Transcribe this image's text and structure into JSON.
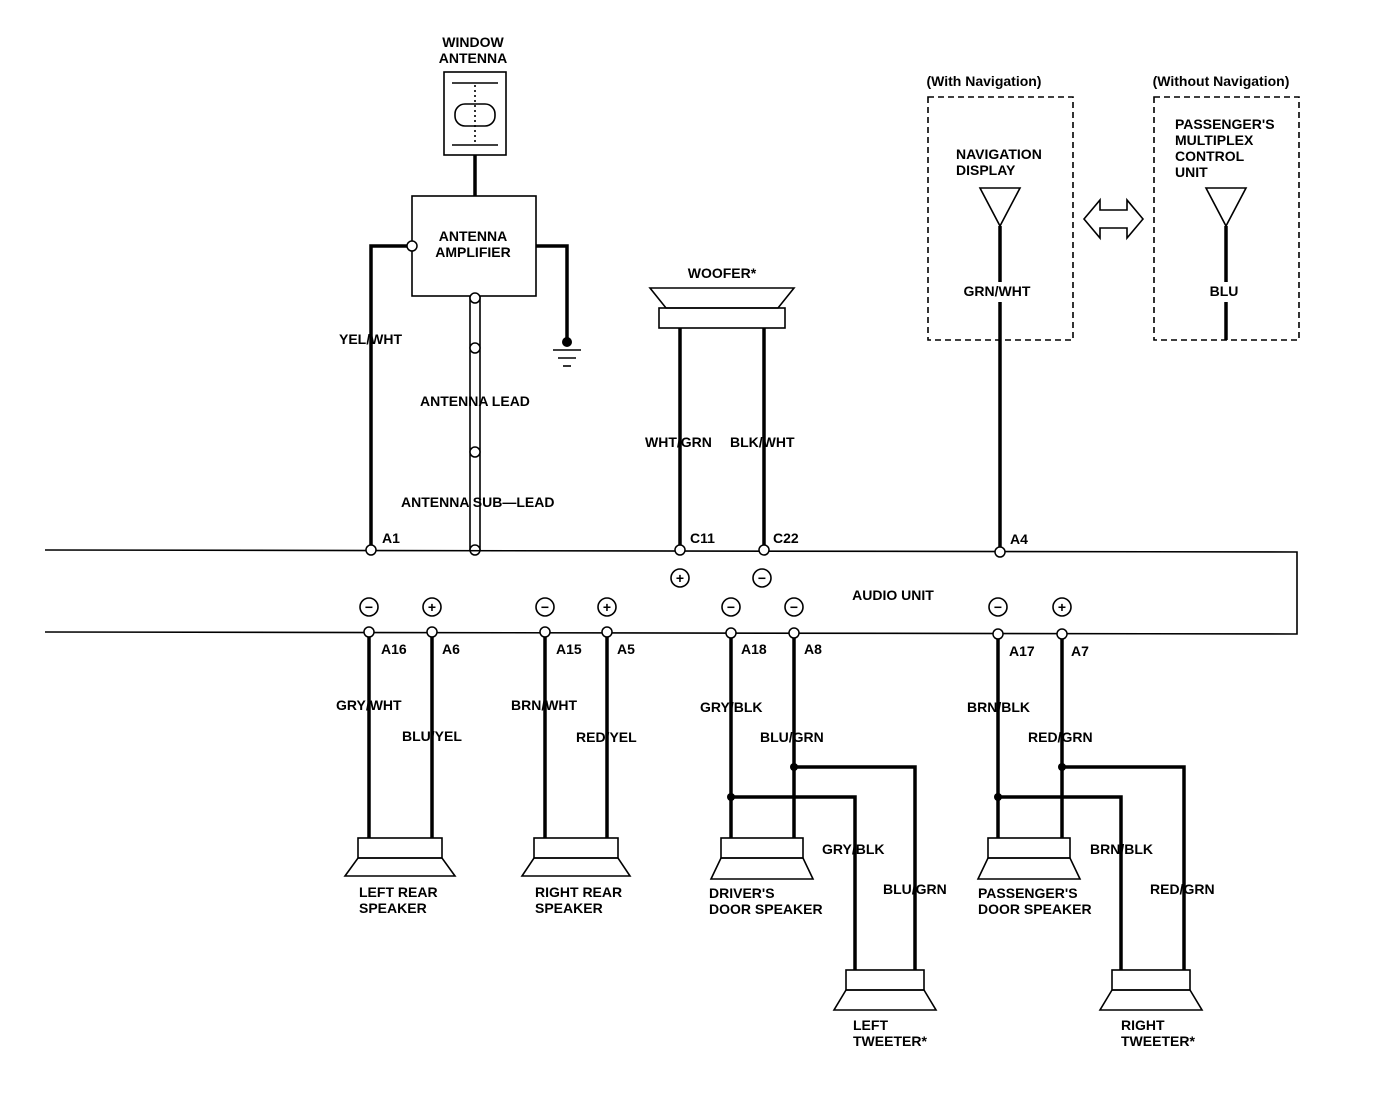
{
  "components": {
    "window_antenna": [
      "WINDOW",
      "ANTENNA"
    ],
    "antenna_amplifier": [
      "ANTENNA",
      "AMPLIFIER"
    ],
    "woofer": "WOOFER*",
    "with_nav": "(With Navigation)",
    "without_nav": "(Without Navigation)",
    "navigation_display": [
      "NAVIGATION",
      "DISPLAY"
    ],
    "passenger_mpcu": [
      "PASSENGER'S",
      "MULTIPLEX",
      "CONTROL",
      "UNIT"
    ],
    "audio_unit": "AUDIO UNIT",
    "left_rear_speaker": [
      "LEFT REAR",
      "SPEAKER"
    ],
    "right_rear_speaker": [
      "RIGHT REAR",
      "SPEAKER"
    ],
    "drivers_door_speaker": [
      "DRIVER'S",
      "DOOR SPEAKER"
    ],
    "passengers_door_speaker": [
      "PASSENGER'S",
      "DOOR SPEAKER"
    ],
    "left_tweeter": [
      "LEFT",
      "TWEETER*"
    ],
    "right_tweeter": [
      "RIGHT",
      "TWEETER*"
    ]
  },
  "leads": {
    "antenna_lead": "ANTENNA LEAD",
    "antenna_sub_lead": "ANTENNA SUB—LEAD"
  },
  "wires": {
    "a1": "YEL/WHT",
    "c11": "WHT/GRN",
    "c22": "BLK/WHT",
    "nav": "GRN/WHT",
    "blu": "BLU",
    "a16": "GRY/WHT",
    "a6": "BLU/YEL",
    "a15": "BRN/WHT",
    "a5": "RED/YEL",
    "a18": "GRY/BLK",
    "a8": "BLU/GRN",
    "a17": "BRN/BLK",
    "a7": "RED/GRN",
    "lt_neg": "GRY/BLK",
    "lt_pos": "BLU/GRN",
    "rt_neg": "BRN/BLK",
    "rt_pos": "RED/GRN"
  },
  "terminals": {
    "a1": "A1",
    "c11": "C11",
    "c22": "C22",
    "a4": "A4",
    "a16": "A16",
    "a6": "A6",
    "a15": "A15",
    "a5": "A5",
    "a18": "A18",
    "a8": "A8",
    "a17": "A17",
    "a7": "A7"
  },
  "polarity": {
    "plus": "+",
    "minus": "−"
  }
}
